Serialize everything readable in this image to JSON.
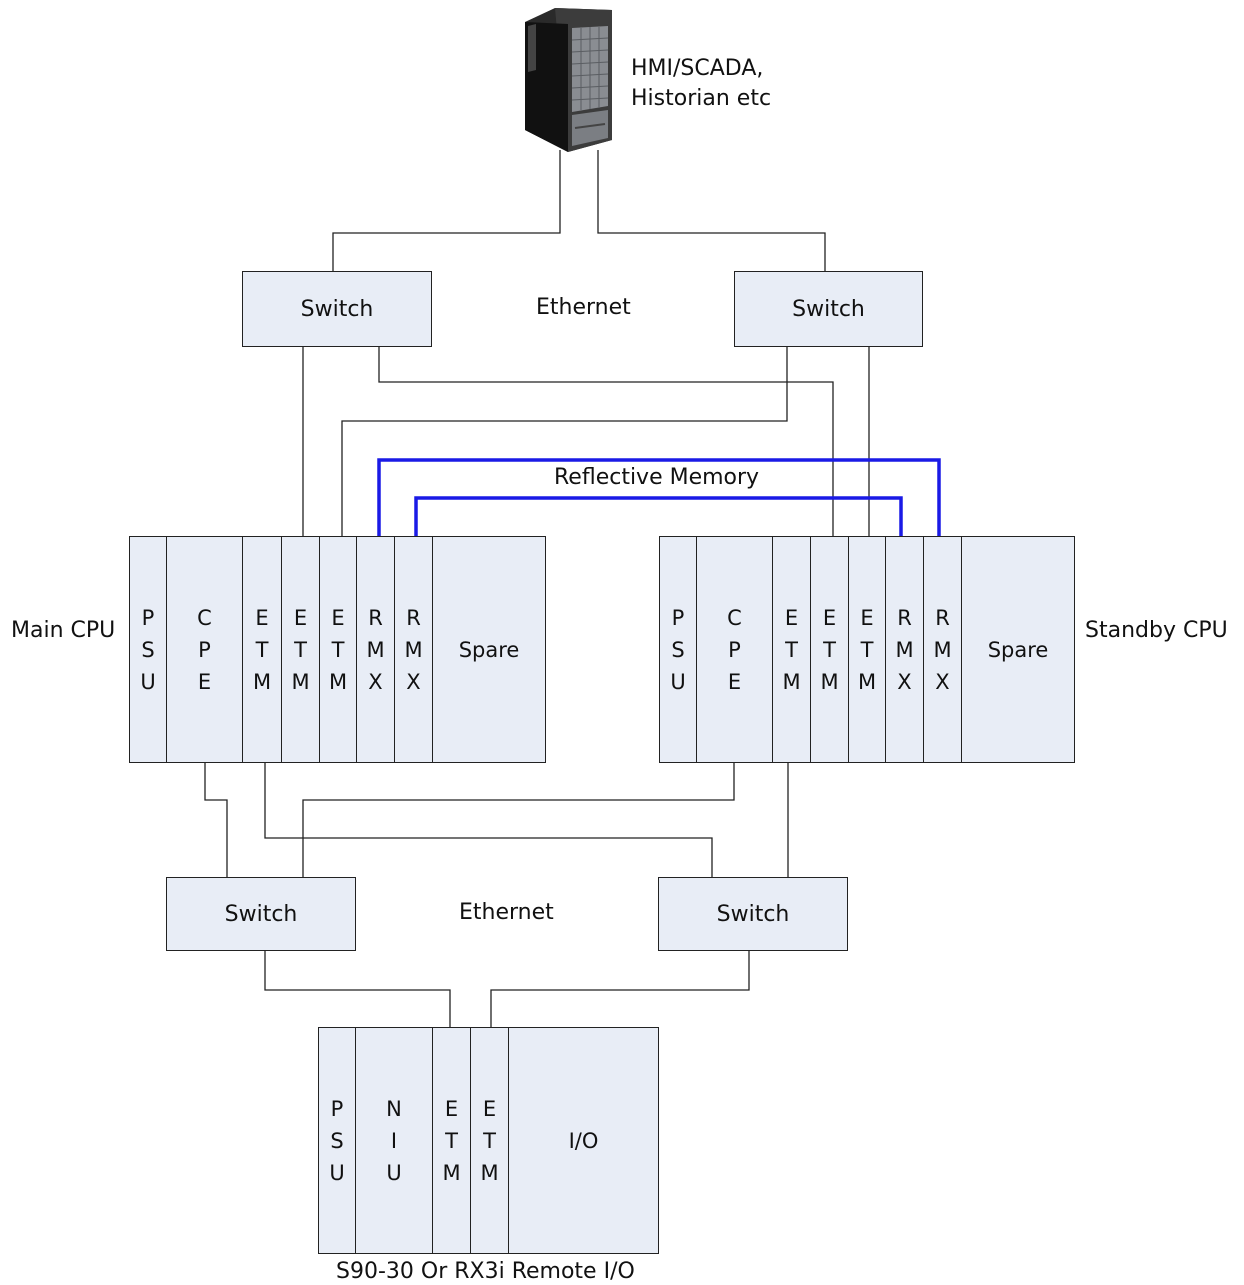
{
  "server": {
    "label_line1": "HMI/SCADA,",
    "label_line2": "Historian etc"
  },
  "top_network": {
    "label": "Ethernet",
    "switch_left": "Switch",
    "switch_right": "Switch"
  },
  "reflective_memory": {
    "label": "Reflective Memory",
    "color": "#1a1ae6"
  },
  "main_cpu": {
    "label": "Main CPU",
    "slots": [
      "PSU",
      "CPE",
      "ETM",
      "ETM",
      "ETM",
      "RMX",
      "RMX",
      "Spare"
    ]
  },
  "standby_cpu": {
    "label": "Standby CPU",
    "slots": [
      "PSU",
      "CPE",
      "ETM",
      "ETM",
      "ETM",
      "RMX",
      "RMX",
      "Spare"
    ]
  },
  "bottom_network": {
    "label": "Ethernet",
    "switch_left": "Switch",
    "switch_right": "Switch"
  },
  "remote_io": {
    "label": "S90-30 Or RX3i Remote I/O",
    "slots": [
      "PSU",
      "NIU",
      "ETM",
      "ETM",
      "I/O"
    ]
  },
  "colors": {
    "module_fill": "#e8edf6",
    "line": "#222222"
  }
}
